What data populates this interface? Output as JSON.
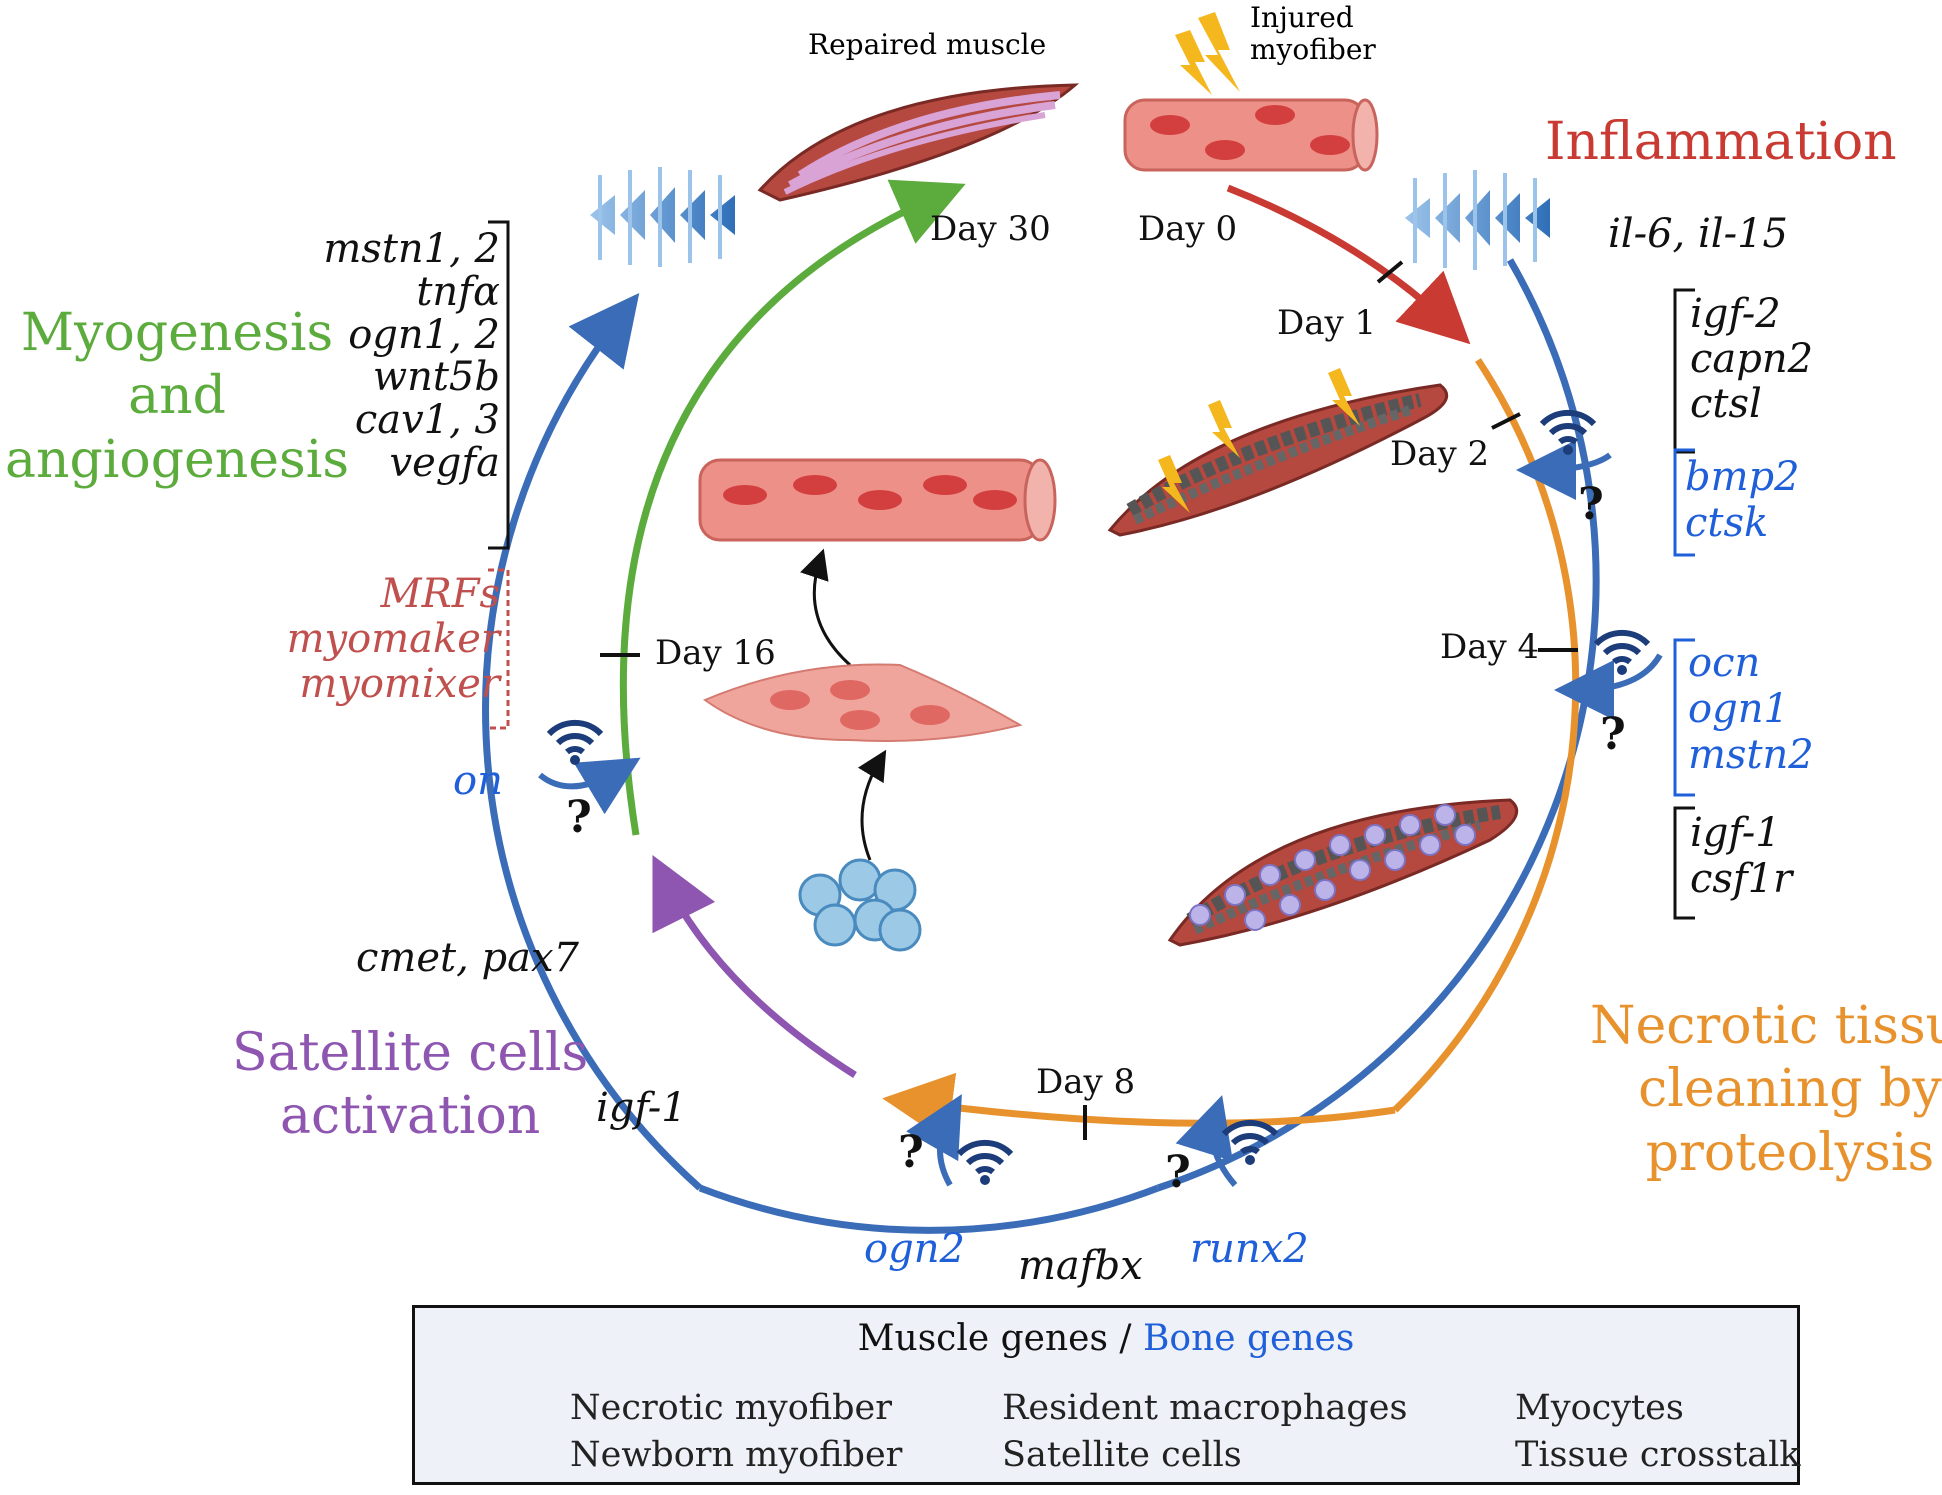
{
  "phases": {
    "inflammation": "Inflammation",
    "necrotic": [
      "Necrotic tissue",
      "cleaning by",
      "proteolysis"
    ],
    "satellite": [
      "Satellite cells",
      "activation"
    ],
    "myogenesis": [
      "Myogenesis",
      "and",
      "angiogenesis"
    ]
  },
  "days": {
    "d0": "Day 0",
    "d1": "Day 1",
    "d2": "Day 2",
    "d4": "Day 4",
    "d8": "Day 8",
    "d16": "Day 16",
    "d30": "Day 30"
  },
  "labels": {
    "repaired": "Repaired muscle",
    "injured": [
      "Injured",
      "myofiber"
    ]
  },
  "genes": {
    "il": "il-6, il-15",
    "day2_muscle": [
      "igf-2",
      "capn2",
      "ctsl"
    ],
    "day2_bone": [
      "bmp2",
      "ctsk"
    ],
    "day4_bone": [
      "ocn",
      "ogn1",
      "mstn2"
    ],
    "day4_muscle": [
      "igf-1",
      "csf1r"
    ],
    "myo_muscle": [
      "mstn1, 2",
      "tnfα",
      "ogn1, 2",
      "wnt5b",
      "cav1, 3",
      "vegfa"
    ],
    "mrfs": [
      "MRFs",
      "myomaker",
      "myomixer"
    ],
    "on": "on",
    "cmet": "cmet, pax7",
    "igf1_sat": "igf-1",
    "ogn2": "ogn2",
    "mafbx": "mafbx",
    "runx2": "runx2"
  },
  "question": "?",
  "legend": {
    "title_muscle": "Muscle genes",
    "title_sep": " / ",
    "title_bone": "Bone genes",
    "items": {
      "necrotic": "Necrotic myofiber",
      "newborn": "Newborn myofiber",
      "macrophages": "Resident macrophages",
      "satellite": "Satellite cells",
      "myocytes": "Myocytes",
      "crosstalk": "Tissue crosstalk"
    }
  },
  "colors": {
    "inflammation": "#c83a32",
    "necrotic": "#e8922e",
    "satellite": "#8e56b0",
    "myogenesis": "#5cab3d",
    "bone": "#1f5fd9",
    "outer_ring": "#3b6cb8",
    "mrf": "#c0504d"
  }
}
